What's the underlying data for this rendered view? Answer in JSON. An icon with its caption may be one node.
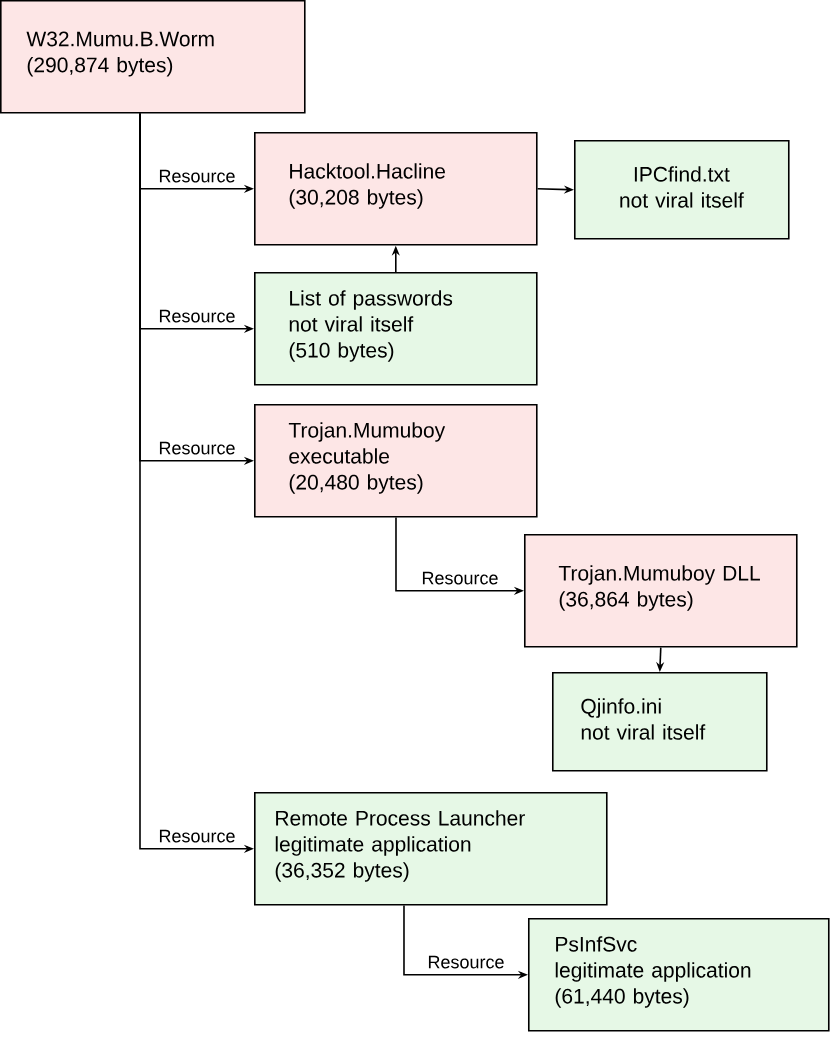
{
  "diagram": {
    "nodes": [
      {
        "text": [
          "W32.Mumu.B.Worm",
          "(290,874 bytes)"
        ]
      },
      {
        "text": [
          "Hacktool.Hacline",
          "(30,208 bytes)"
        ]
      },
      {
        "text": [
          "IPCfind.txt",
          "not viral itself"
        ]
      },
      {
        "text": [
          "List of passwords",
          "not viral itself",
          "(510 bytes)"
        ]
      },
      {
        "text": [
          "Trojan.Mumuboy executable",
          "(20,480 bytes)"
        ]
      },
      {
        "text": [
          "Trojan.Mumuboy DLL",
          "(36,864 bytes)"
        ]
      },
      {
        "text": [
          "Qjinfo.ini",
          "not viral itself"
        ]
      },
      {
        "text": [
          "Remote Process Launcher",
          "legitimate application",
          "(36,352 bytes)"
        ]
      },
      {
        "text": [
          "PsInfSvc",
          "legitimate application",
          "(61,440 bytes)"
        ]
      }
    ],
    "edges": [
      {
        "from": 0,
        "to": 1,
        "arrow": "to",
        "label": "Resource"
      },
      {
        "from": 1,
        "to": 2,
        "arrow": "to"
      },
      {
        "from": 3,
        "to": 1,
        "arrow": "to"
      },
      {
        "from": 0,
        "to": 3,
        "arrow": "to",
        "label": "Resource"
      },
      {
        "from": 0,
        "to": 4,
        "arrow": "to",
        "label": "Resource"
      },
      {
        "from": 4,
        "to": 5,
        "arrow": "to",
        "label": "Resource"
      },
      {
        "from": 5,
        "to": 6,
        "arrow": "to"
      },
      {
        "from": 0,
        "to": 7,
        "arrow": "to",
        "label": "Resource"
      },
      {
        "from": 7,
        "to": 8,
        "arrow": "to",
        "label": "Resource"
      }
    ]
  }
}
